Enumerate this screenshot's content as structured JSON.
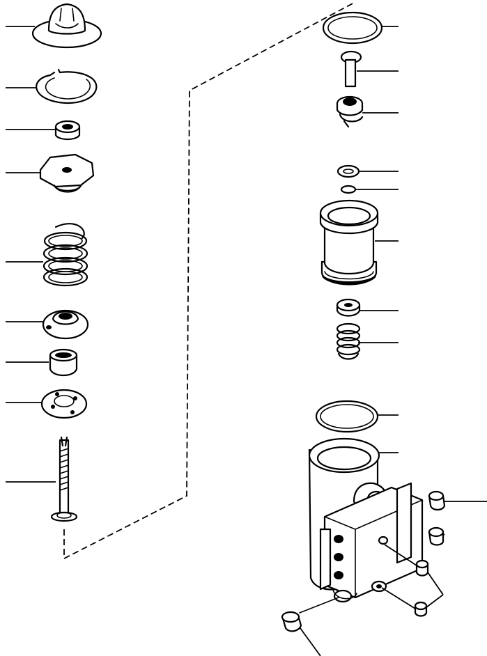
{
  "figure": {
    "kind": "exploded parts diagram",
    "callout_count": 22
  },
  "parts": {
    "left_column": [
      "knob-cap",
      "retaining-snap-ring",
      "lock-nut",
      "spring-top-plate",
      "coil-spring",
      "spring-seat",
      "spacer-collar",
      "bottom-plate",
      "valve-stem-bolt"
    ],
    "right_column": [
      "o-ring",
      "plunger-pin",
      "valve-seat-spring",
      "washer",
      "small-washer",
      "cylinder-sleeve",
      "check-valve-seat",
      "small-spring",
      "large-o-ring",
      "valve-housing",
      "plugs",
      "plug-screws",
      "bottom-plug"
    ]
  }
}
